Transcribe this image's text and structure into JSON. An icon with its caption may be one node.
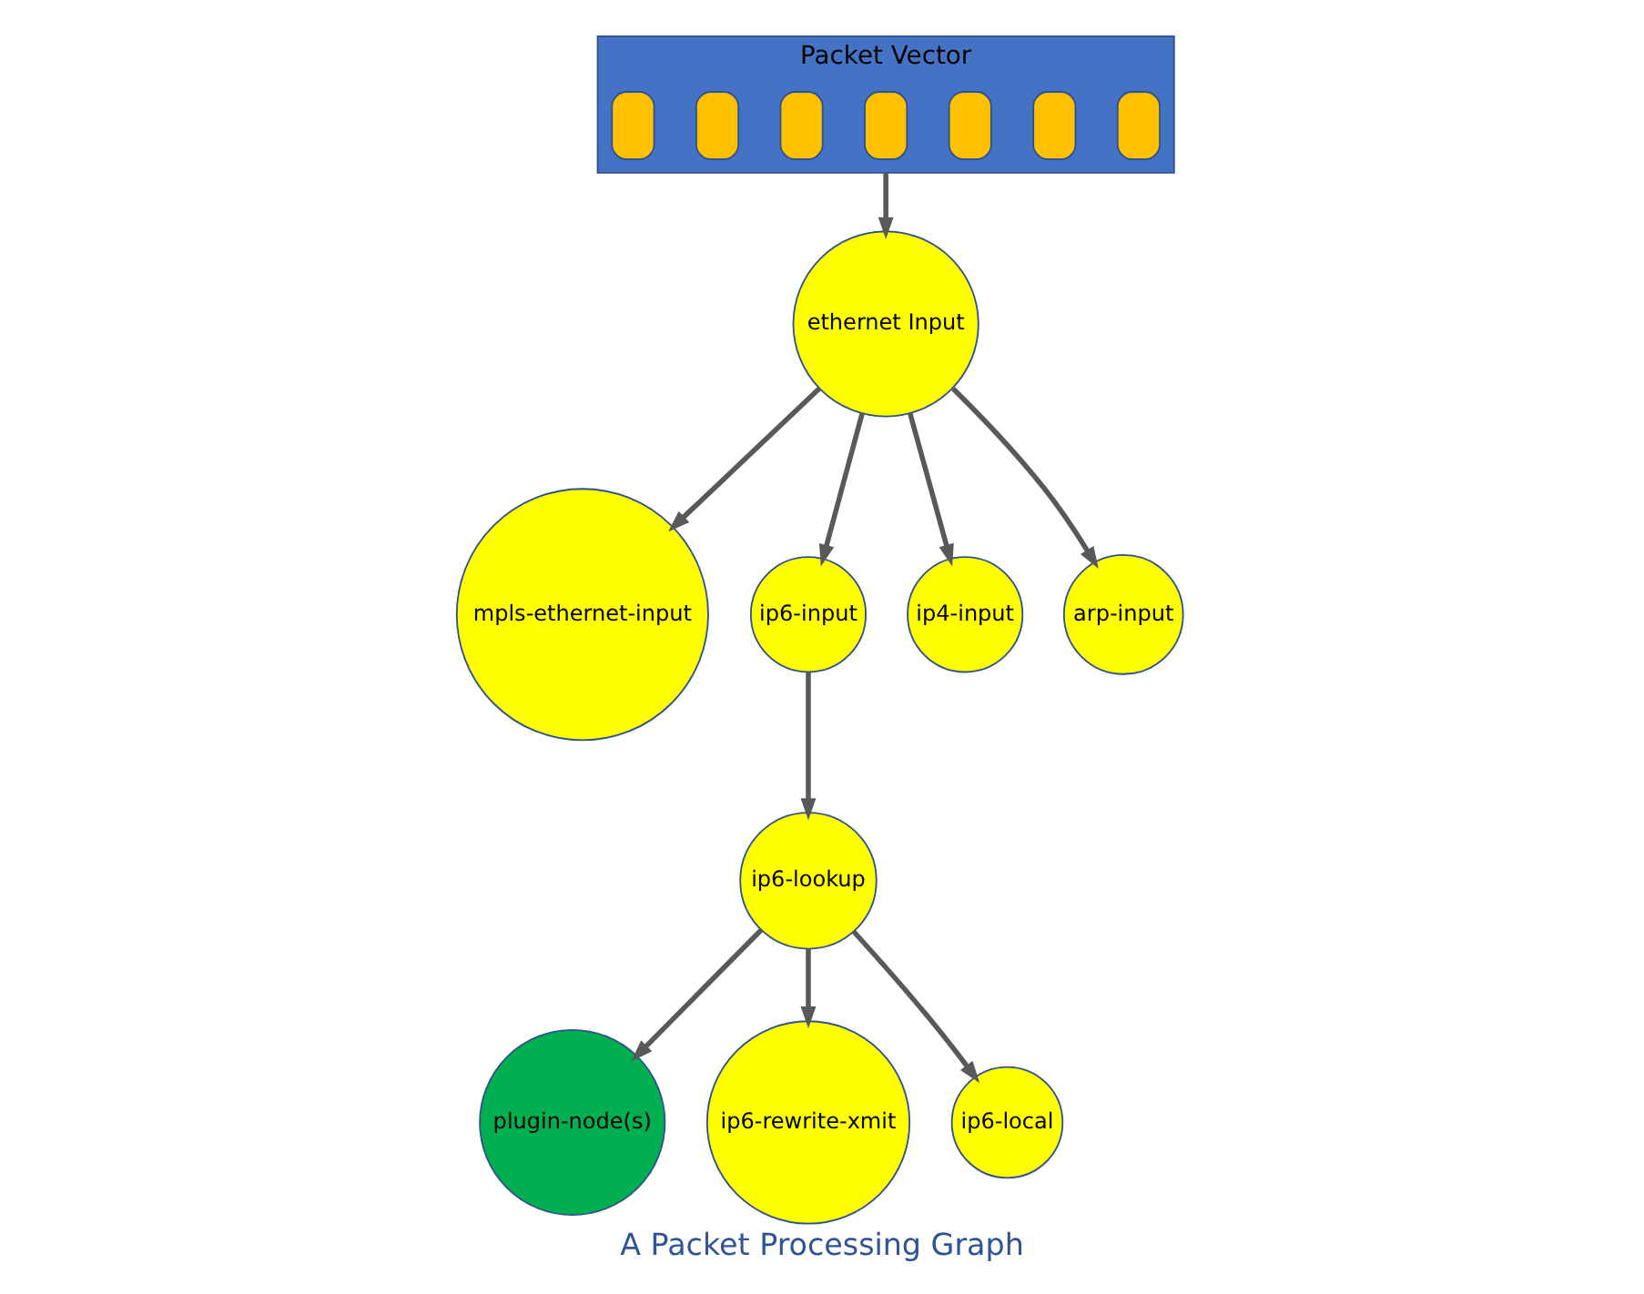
{
  "diagram": {
    "caption": "A Packet Processing Graph",
    "nodes": [
      {
        "text": [
          "Packet Vector"
        ]
      },
      {
        "text": [],
        "shape": "box",
        "in": 0
      },
      {
        "text": [],
        "shape": "box",
        "in": 0
      },
      {
        "text": [],
        "shape": "box",
        "in": 0
      },
      {
        "text": [],
        "shape": "box",
        "in": 0
      },
      {
        "text": [],
        "shape": "box",
        "in": 0
      },
      {
        "text": [],
        "shape": "box",
        "in": 0
      },
      {
        "text": [],
        "shape": "box",
        "in": 0
      },
      {
        "text": [
          "ethernet Input"
        ]
      },
      {
        "text": [
          "mpls-ethernet-input"
        ]
      },
      {
        "text": [
          "ip6-input"
        ]
      },
      {
        "text": [
          "ip4-input"
        ]
      },
      {
        "text": [
          "arp-input"
        ]
      },
      {
        "text": [
          "ip6-lookup"
        ]
      },
      {
        "text": [
          "plugin-node(s)"
        ]
      },
      {
        "text": [
          "ip6-rewrite-xmit"
        ]
      },
      {
        "text": [
          "ip6-local"
        ]
      }
    ],
    "edges": [
      {
        "from": 0,
        "to": 8,
        "arrow": "to"
      },
      {
        "from": 8,
        "to": 9,
        "arrow": "to"
      },
      {
        "from": 8,
        "to": 10,
        "arrow": "to"
      },
      {
        "from": 8,
        "to": 11,
        "arrow": "to"
      },
      {
        "from": 8,
        "to": 12,
        "arrow": "to"
      },
      {
        "from": 10,
        "to": 13,
        "arrow": "to"
      },
      {
        "from": 13,
        "to": 14,
        "arrow": "to"
      },
      {
        "from": 13,
        "to": 15,
        "arrow": "to"
      },
      {
        "from": 13,
        "to": 16,
        "arrow": "to"
      }
    ]
  }
}
